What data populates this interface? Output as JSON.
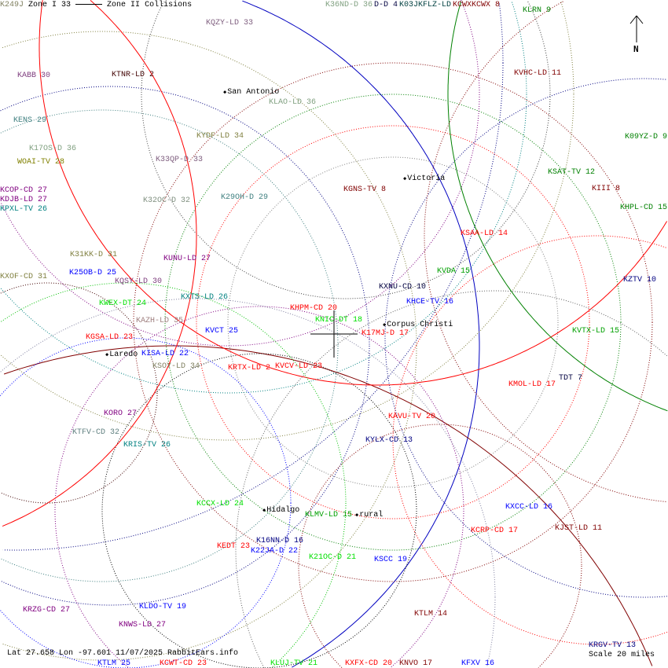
{
  "legend": {
    "zone1": "Zone I",
    "zone2": "Zone II",
    "collisions": "Collisions"
  },
  "north_label": "N",
  "footer": "Lat 27.658 Lon -97.601 11/07/2025 RabbitEars.info",
  "scale": "Scale 20 miles",
  "cities": [
    "San Antonio",
    "Victoria",
    "Corpus Christi",
    "Laredo",
    "Hidalgo",
    "rural"
  ],
  "stations": [
    {
      "label": "K249J",
      "color": "#808060"
    },
    {
      "label": "KQZY-LD 33",
      "color": "#806080"
    },
    {
      "label": "KABB 30",
      "color": "#804080"
    },
    {
      "label": "KTNR-LD 2",
      "color": "#400000"
    },
    {
      "label": "KLAO-LD 36",
      "color": "#80a080"
    },
    {
      "label": "KENS 29",
      "color": "#408080"
    },
    {
      "label": "KYDF-LD 34",
      "color": "#808040"
    },
    {
      "label": "K17OS-D 36",
      "color": "#80a080"
    },
    {
      "label": "WOAI-TV 28",
      "color": "#808000"
    },
    {
      "label": "K33QP-D 33",
      "color": "#806080"
    },
    {
      "label": "K32OC-D 32",
      "color": "#809080"
    },
    {
      "label": "K29OH-D 29",
      "color": "#408080"
    },
    {
      "label": "KCOP-CD 27",
      "color": "#800080"
    },
    {
      "label": "KDJB-LD 27",
      "color": "#800080"
    },
    {
      "label": "KPXL-TV 26",
      "color": "#008080"
    },
    {
      "label": "K36ND-D 36",
      "color": "#80a080"
    },
    {
      "label": "D-D 4",
      "color": "#000040"
    },
    {
      "label": "K03JKFLZ-LD",
      "color": "#004040"
    },
    {
      "label": "KCWXKCWX 8",
      "color": "#800000"
    },
    {
      "label": "KLRN 9",
      "color": "#008000"
    },
    {
      "label": "KVHC-LD 11",
      "color": "#800000"
    },
    {
      "label": "KGNS-TV 8",
      "color": "#800000"
    },
    {
      "label": "K09YZ-D 9",
      "color": "#008000"
    },
    {
      "label": "KSAT-TV 12",
      "color": "#008000"
    },
    {
      "label": "KIII 8",
      "color": "#800000"
    },
    {
      "label": "KHPL-CD 15",
      "color": "#008000"
    },
    {
      "label": "KSAA-LD 14",
      "color": "#ff0000"
    },
    {
      "label": "KZTV 10",
      "color": "#000080"
    },
    {
      "label": "KVDA 15",
      "color": "#00a000"
    },
    {
      "label": "KXNU-CD 10",
      "color": "#000040"
    },
    {
      "label": "KHCE-TV 16",
      "color": "#0000ff"
    },
    {
      "label": "K17MJ-D 17",
      "color": "#ff0000"
    },
    {
      "label": "KVTX-LD 15",
      "color": "#00a000"
    },
    {
      "label": "TDT 7",
      "color": "#000040"
    },
    {
      "label": "KMOL-LD 17",
      "color": "#ff0000"
    },
    {
      "label": "KAVU-TV 20",
      "color": "#ff0000"
    },
    {
      "label": "KYLX-CD 13",
      "color": "#000080"
    },
    {
      "label": "K31KK-D 31",
      "color": "#808040"
    },
    {
      "label": "KUNU-LD 27",
      "color": "#800080"
    },
    {
      "label": "KXOF-CD 31",
      "color": "#808040"
    },
    {
      "label": "K25OB-D 25",
      "color": "#0000ff"
    },
    {
      "label": "KQSY-LD 30",
      "color": "#804080"
    },
    {
      "label": "KWEX-DT 24",
      "color": "#00e000"
    },
    {
      "label": "KXTS-LD 26",
      "color": "#008080"
    },
    {
      "label": "KHPM-CD 20",
      "color": "#ff0000"
    },
    {
      "label": "KNIC-DT 18",
      "color": "#00e000"
    },
    {
      "label": "KAZH-LD 35",
      "color": "#a08080"
    },
    {
      "label": "KVCT 25",
      "color": "#0000ff"
    },
    {
      "label": "KGSA-LD 23",
      "color": "#ff0000"
    },
    {
      "label": "KISA-LD 22",
      "color": "#0000ff"
    },
    {
      "label": "KSOY-LD 34",
      "color": "#808060"
    },
    {
      "label": "KRTX-LD 2",
      "color": "#ff0000"
    },
    {
      "label": "KVCV-LD 23",
      "color": "#ff0000"
    },
    {
      "label": "KORO 27",
      "color": "#800080"
    },
    {
      "label": "KTFV-CD 32",
      "color": "#608080"
    },
    {
      "label": "KRIS-TV 26",
      "color": "#008080"
    },
    {
      "label": "KCCX-LD 24",
      "color": "#00e000"
    },
    {
      "label": "KLMV-LD 15",
      "color": "#00a000"
    },
    {
      "label": "KEDT 23",
      "color": "#ff0000"
    },
    {
      "label": "K16NN-D 16",
      "color": "#000080"
    },
    {
      "label": "K22JA-D 22",
      "color": "#0000ff"
    },
    {
      "label": "K21OC-D 21",
      "color": "#00e000"
    },
    {
      "label": "KSCC 19",
      "color": "#0000ff"
    },
    {
      "label": "KXCC-LD 16",
      "color": "#0000ff"
    },
    {
      "label": "KCRP-CD 17",
      "color": "#ff0000"
    },
    {
      "label": "KJST-LD 11",
      "color": "#800000"
    },
    {
      "label": "KTLM 14",
      "color": "#800000"
    },
    {
      "label": "KRZG-CD 27",
      "color": "#800080"
    },
    {
      "label": "KLDO-TV 19",
      "color": "#0000ff"
    },
    {
      "label": "KNWS-LD 27",
      "color": "#800080"
    },
    {
      "label": "KTLM 25",
      "color": "#0000ff"
    },
    {
      "label": "KCWT-CD 23",
      "color": "#ff0000"
    },
    {
      "label": "KLUJ-TV 21",
      "color": "#00e000"
    },
    {
      "label": "KXFX-CD 20",
      "color": "#ff0000"
    },
    {
      "label": "KNVO 17",
      "color": "#800000"
    },
    {
      "label": "KFXV 16",
      "color": "#0000ff"
    },
    {
      "label": "KRGV-TV 13",
      "color": "#000080"
    }
  ]
}
